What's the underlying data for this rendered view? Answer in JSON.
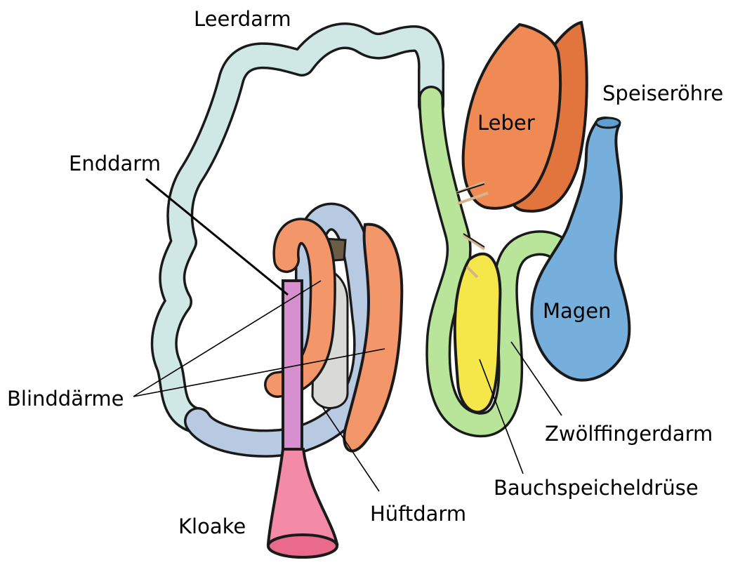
{
  "labels": {
    "leerdarm": "Leerdarm",
    "speiseroehre": "Speiseröhre",
    "leber": "Leber",
    "enddarm": "Enddarm",
    "magen": "Magen",
    "blinddaerme": "Blinddärme",
    "zwoelffingerdarm": "Zwölffingerdarm",
    "bauchspeicheldruese": "Bauchspeicheldrüse",
    "hueftdarm": "Hüftdarm",
    "kloake": "Kloake"
  },
  "colors": {
    "outline": "#1a1a1a",
    "leerdarm": "#cfe8e6",
    "duodenum": "#b9e59a",
    "liver": "#f08a55",
    "liver_shade": "#e2743e",
    "stomach": "#76afdb",
    "stomach_neck": "#5f9ed3",
    "pancreas": "#f5e64a",
    "hueftdarm": "#b8c9e2",
    "blind_grey": "#d9d9d6",
    "ceca_orange": "#f3976a",
    "enddarm": "#d88fd0",
    "kloake": "#f28aa8",
    "kloake_inner": "#ea6a8c",
    "bile": "#d8b48a"
  }
}
